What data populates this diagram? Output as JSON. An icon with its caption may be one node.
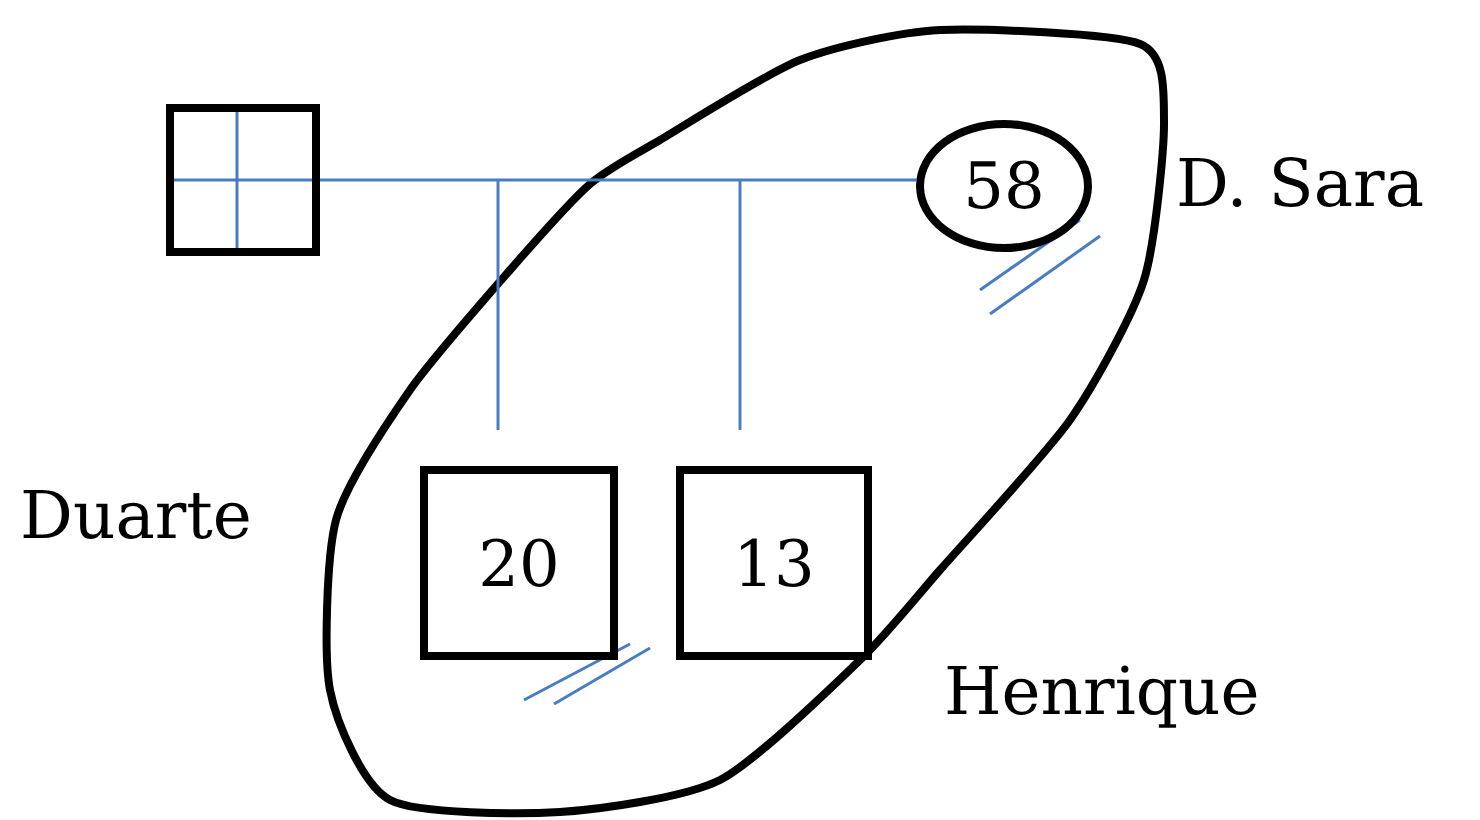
{
  "diagram": {
    "nodes": [
      {
        "text": [],
        "shape": "cloud"
      },
      {
        "text": [],
        "shape": "box"
      },
      {
        "text": [
          "58"
        ],
        "in": 0,
        "beside": [
          "D. Sara"
        ]
      },
      {
        "text": [
          "20"
        ],
        "in": 0,
        "beside": [
          "Duarte"
        ]
      },
      {
        "text": [
          "13"
        ],
        "in": 0,
        "beside": [
          "Henrique"
        ]
      }
    ],
    "edges": [
      {
        "from": 1,
        "to": 2,
        "arrow": "none"
      },
      {
        "from": null,
        "to": 3,
        "arrow": "none"
      },
      {
        "from": null,
        "to": 4,
        "arrow": "none"
      }
    ]
  }
}
